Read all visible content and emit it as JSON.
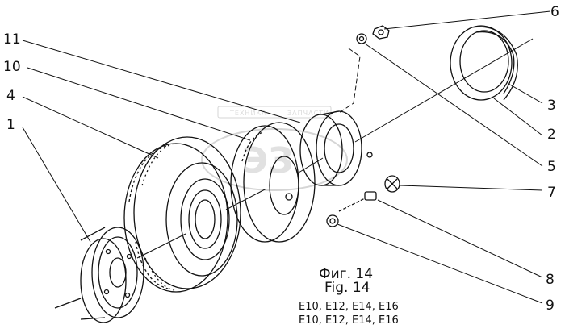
{
  "figure": {
    "caption_ru": "Фиг. 14",
    "caption_en": "Fig. 14",
    "models_line1": "E10, E12, E14, E16",
    "models_line2": "E10, E12, E14, E16"
  },
  "callouts": [
    "1",
    "2",
    "3",
    "4",
    "5",
    "6",
    "7",
    "8",
    "9",
    "10",
    "11"
  ],
  "watermark": {
    "left_text": "ТЕХНИКА",
    "right_text": "ЗАПЧАСТИ",
    "logo": "ЭЗ"
  }
}
